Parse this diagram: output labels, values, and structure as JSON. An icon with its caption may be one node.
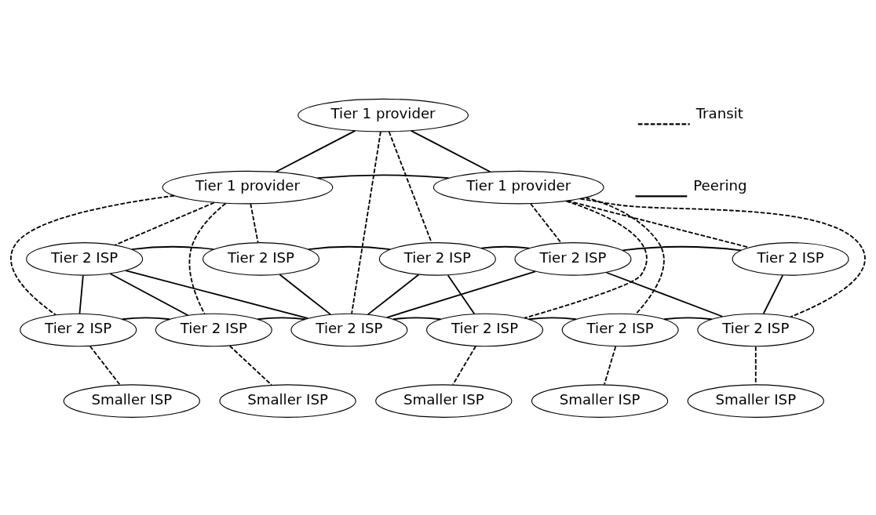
{
  "diagram": {
    "nodes": [
      {
        "text": [
          "Tier 1 provider"
        ]
      },
      {
        "text": [
          "Tier 1 provider"
        ]
      },
      {
        "text": [
          "Tier 1 provider"
        ]
      },
      {
        "text": [
          "Tier 2 ISP"
        ]
      },
      {
        "text": [
          "Tier 2 ISP"
        ]
      },
      {
        "text": [
          "Tier 2 ISP"
        ]
      },
      {
        "text": [
          "Tier 2 ISP"
        ]
      },
      {
        "text": [
          "Tier 2 ISP"
        ]
      },
      {
        "text": [
          "Tier 2 ISP"
        ]
      },
      {
        "text": [
          "Tier 2 ISP"
        ]
      },
      {
        "text": [
          "Tier 2 ISP"
        ]
      },
      {
        "text": [
          "Tier 2 ISP"
        ]
      },
      {
        "text": [
          "Tier 2 ISP"
        ]
      },
      {
        "text": [
          "Tier 2 ISP"
        ]
      },
      {
        "text": [
          "Smaller ISP"
        ]
      },
      {
        "text": [
          "Smaller ISP"
        ]
      },
      {
        "text": [
          "Smaller ISP"
        ]
      },
      {
        "text": [
          "Smaller ISP"
        ]
      },
      {
        "text": [
          "Smaller ISP"
        ]
      }
    ],
    "edges": [
      {
        "from": 0,
        "to": 1,
        "arrow": "none"
      },
      {
        "from": 0,
        "to": 2,
        "arrow": "none"
      },
      {
        "from": 1,
        "to": 2,
        "arrow": "none"
      },
      {
        "from": 1,
        "to": 3,
        "arrow": "none",
        "style": "dashed"
      },
      {
        "from": 1,
        "to": 4,
        "arrow": "none",
        "style": "dashed"
      },
      {
        "from": 1,
        "to": 8,
        "arrow": "none",
        "style": "dashed"
      },
      {
        "from": 1,
        "to": 9,
        "arrow": "none",
        "style": "dashed"
      },
      {
        "from": 0,
        "to": 10,
        "arrow": "none",
        "style": "dashed"
      },
      {
        "from": 0,
        "to": 5,
        "arrow": "none",
        "style": "dashed"
      },
      {
        "from": 2,
        "to": 11,
        "arrow": "none",
        "style": "dashed"
      },
      {
        "from": 2,
        "to": 6,
        "arrow": "none",
        "style": "dashed"
      },
      {
        "from": 2,
        "to": 13,
        "arrow": "none",
        "style": "dashed"
      },
      {
        "from": 2,
        "to": 12,
        "arrow": "none",
        "style": "dashed"
      },
      {
        "from": 2,
        "to": 7,
        "arrow": "none",
        "style": "dashed"
      },
      {
        "from": 3,
        "to": 4,
        "arrow": "none"
      },
      {
        "from": 4,
        "to": 5,
        "arrow": "none"
      },
      {
        "from": 5,
        "to": 6,
        "arrow": "none"
      },
      {
        "from": 6,
        "to": 7,
        "arrow": "none"
      },
      {
        "from": 3,
        "to": 8,
        "arrow": "none"
      },
      {
        "from": 3,
        "to": 9,
        "arrow": "none"
      },
      {
        "from": 3,
        "to": 10,
        "arrow": "none"
      },
      {
        "from": 4,
        "to": 10,
        "arrow": "none"
      },
      {
        "from": 5,
        "to": 10,
        "arrow": "none"
      },
      {
        "from": 5,
        "to": 11,
        "arrow": "none"
      },
      {
        "from": 6,
        "to": 10,
        "arrow": "none"
      },
      {
        "from": 6,
        "to": 13,
        "arrow": "none"
      },
      {
        "from": 7,
        "to": 13,
        "arrow": "none"
      },
      {
        "from": 9,
        "to": 8,
        "arrow": "none"
      },
      {
        "from": 9,
        "to": 10,
        "arrow": "none"
      },
      {
        "from": 10,
        "to": 11,
        "arrow": "none"
      },
      {
        "from": 11,
        "to": 12,
        "arrow": "none"
      },
      {
        "from": 12,
        "to": 13,
        "arrow": "none"
      },
      {
        "from": 8,
        "to": 14,
        "arrow": "none",
        "style": "dashed"
      },
      {
        "from": 9,
        "to": 15,
        "arrow": "none",
        "style": "dashed"
      },
      {
        "from": 11,
        "to": 16,
        "arrow": "none",
        "style": "dashed"
      },
      {
        "from": 12,
        "to": 17,
        "arrow": "none",
        "style": "dashed"
      },
      {
        "from": 13,
        "to": 18,
        "arrow": "none",
        "style": "dashed"
      }
    ],
    "legend": [
      {
        "text": "Transit"
      },
      {
        "text": "Peering"
      }
    ]
  }
}
